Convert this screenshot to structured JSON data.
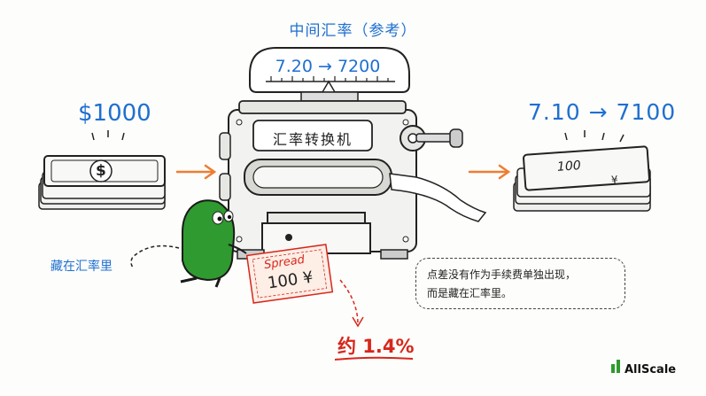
{
  "rate_meter": {
    "title": "中间汇率（参考）",
    "reading": "7.20 → 7200"
  },
  "input": {
    "amount": "$1000",
    "bill_symbol": "$"
  },
  "machine": {
    "label": "汇率转换机"
  },
  "output": {
    "amount": "7.10 → 7100",
    "bill_value": "100",
    "bill_symbol": "¥"
  },
  "spread_card": {
    "title": "Spread",
    "amount": "100 ¥"
  },
  "hidden_label": "藏在汇率里",
  "note": {
    "line1": "点差没有作为手续费单独出现，",
    "line2": "而是藏在汇率里。"
  },
  "spread_percent": "约 1.4%",
  "brand": "AllScale",
  "colors": {
    "accent_blue": "#1f6fd0",
    "accent_red": "#d8261b",
    "arrow_orange": "#ee7d33",
    "character_green": "#2f9a2f",
    "card_bg": "#fdeee6"
  }
}
